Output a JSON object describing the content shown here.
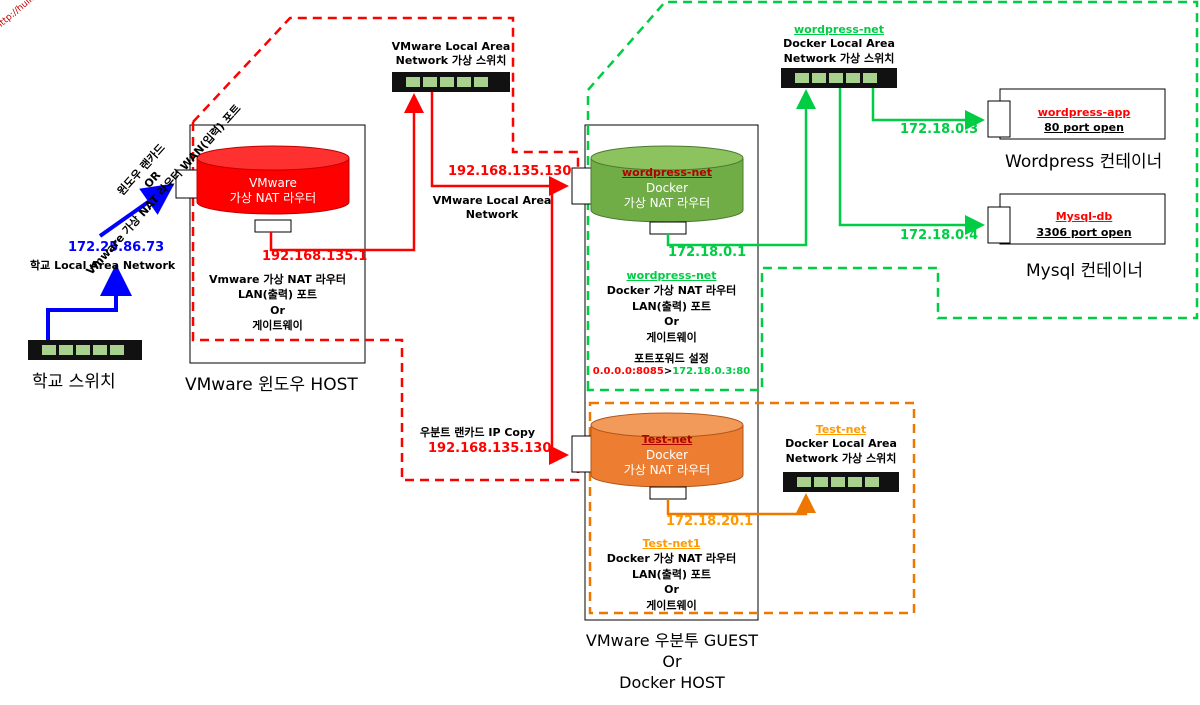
{
  "corner_url": "http://hull.kr",
  "school": {
    "switch_label": "학교 스위치",
    "ip": "172.25.86.73",
    "lan": "학교 Local Area Network"
  },
  "host": {
    "wan_label_1": "윈도우 랜카드",
    "wan_label_2": "OR",
    "wan_label_3": "Vmware 가상 NAT 라우터 WAN(입력) 포트",
    "router_title": "VMware",
    "router_subtitle": "가상 NAT 라우터",
    "lan_ip": "192.168.135.1",
    "desc_1": "Vmware 가상 NAT 라우터",
    "desc_2": "LAN(출력) 포트",
    "desc_3": "Or",
    "desc_4": "게이트웨이",
    "label": "VMware 윈도우 HOST"
  },
  "vmware_switch": {
    "line1": "VMware Local Area",
    "line2": "Network 가상 스위치"
  },
  "guest": {
    "ip": "192.168.135.130",
    "lan_1": "VMware Local Area",
    "lan_2": "Network",
    "copy_label": "우분트 랜카드 IP Copy",
    "copy_ip": "192.168.135.130",
    "label_1": "VMware 우분투 GUEST",
    "label_2": "Or",
    "label_3": "Docker HOST"
  },
  "wordpress_net": {
    "name": "wordpress-net",
    "router_1": "Docker",
    "router_2": "가상 NAT 라우터",
    "gateway_ip": "172.18.0.1",
    "desc_name": "wordpress-net",
    "desc_1": "Docker 가상 NAT 라우터",
    "desc_2": "LAN(출력) 포트",
    "desc_3": "Or",
    "desc_4": "게이트웨이",
    "pf_title": "포트포워드 설정",
    "pf_from": "0.0.0.0:8085",
    "pf_arrow": ">",
    "pf_to": "172.18.0.3:80",
    "switch_name": "wordpress-net",
    "switch_1": "Docker Local Area",
    "switch_2": "Network 가상 스위치"
  },
  "wordpress_container": {
    "ip": "172.18.0.3",
    "name": "wordpress-app",
    "port": "80 port open",
    "label": "Wordpress 컨테이너"
  },
  "mysql_container": {
    "ip": "172.18.0.4",
    "name": "Mysql-db",
    "port": "3306 port open",
    "label": "Mysql 컨테이너"
  },
  "test_net": {
    "name": "Test-net",
    "router_1": "Docker",
    "router_2": "가상 NAT 라우터",
    "gateway_ip": "172.18.20.1",
    "desc_name": "Test-net1",
    "desc_1": "Docker 가상 NAT 라우터",
    "desc_2": "LAN(출력) 포트",
    "desc_3": "Or",
    "desc_4": "게이트웨이",
    "switch_name": "Test-net",
    "switch_1": "Docker Local Area",
    "switch_2": "Network 가상 스위치"
  },
  "colors": {
    "red": "#ff0000",
    "green": "#00cc44",
    "blue": "#0000ff",
    "orange": "#ee7700",
    "wp_router": "#70ad47",
    "test_router": "#ed7d31",
    "switch_port": "#a9d18e"
  }
}
